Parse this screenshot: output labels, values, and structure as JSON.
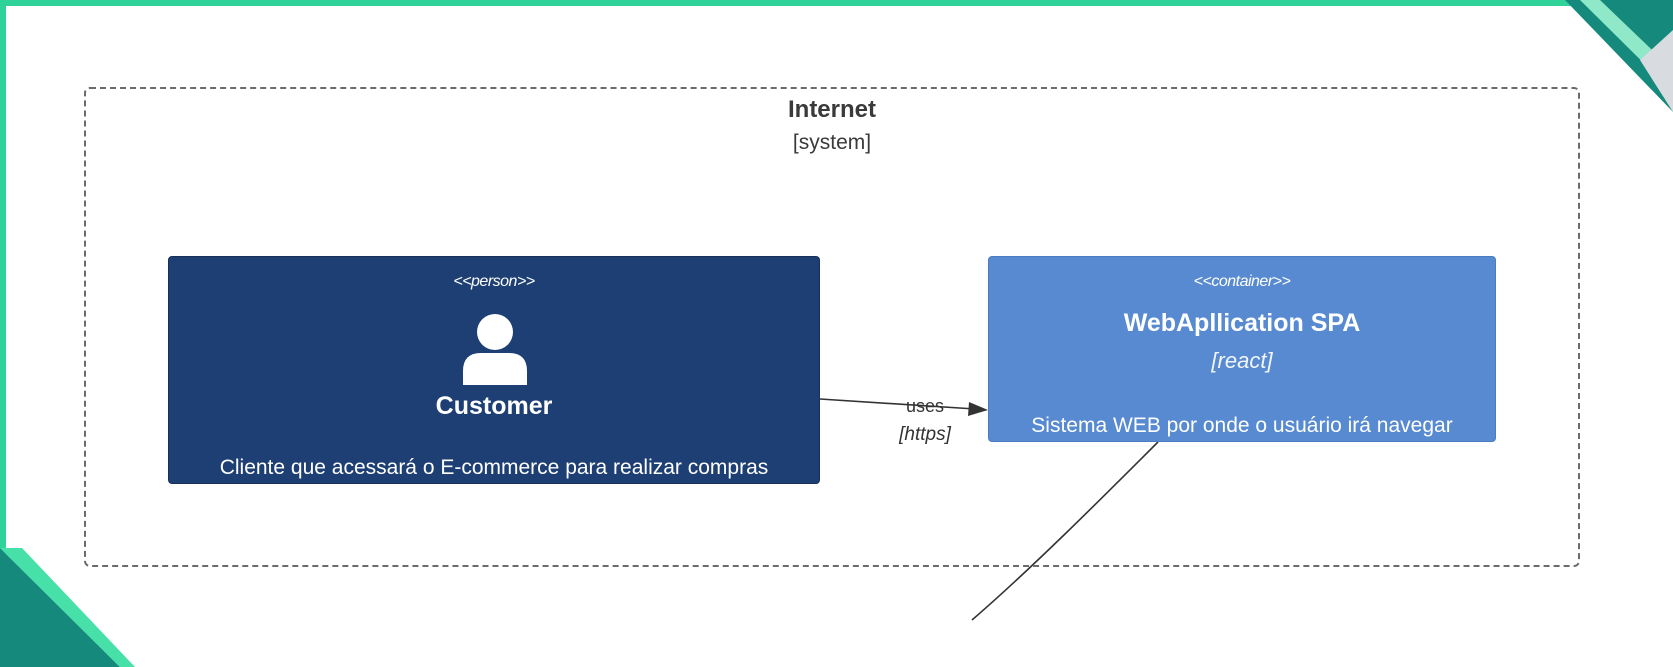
{
  "diagram": {
    "boundary": {
      "name": "Internet",
      "type": "[system]"
    },
    "nodes": {
      "customer": {
        "stereotype": "<<person>>",
        "name": "Customer",
        "description": "Cliente que acessará o E-commerce para realizar compras",
        "icon": "person-icon",
        "color": "#1e3f73"
      },
      "webapp": {
        "stereotype": "<<container>>",
        "name": "WebApllication SPA",
        "technology": "[react]",
        "description": "Sistema WEB por onde o usuário irá navegar",
        "color": "#578ad0"
      }
    },
    "relations": [
      {
        "from": "Customer",
        "to": "WebApllication SPA",
        "label": "uses",
        "technology": "[https]"
      }
    ]
  },
  "theme": {
    "accent_green": "#2fd39a",
    "accent_teal": "#14897c"
  }
}
